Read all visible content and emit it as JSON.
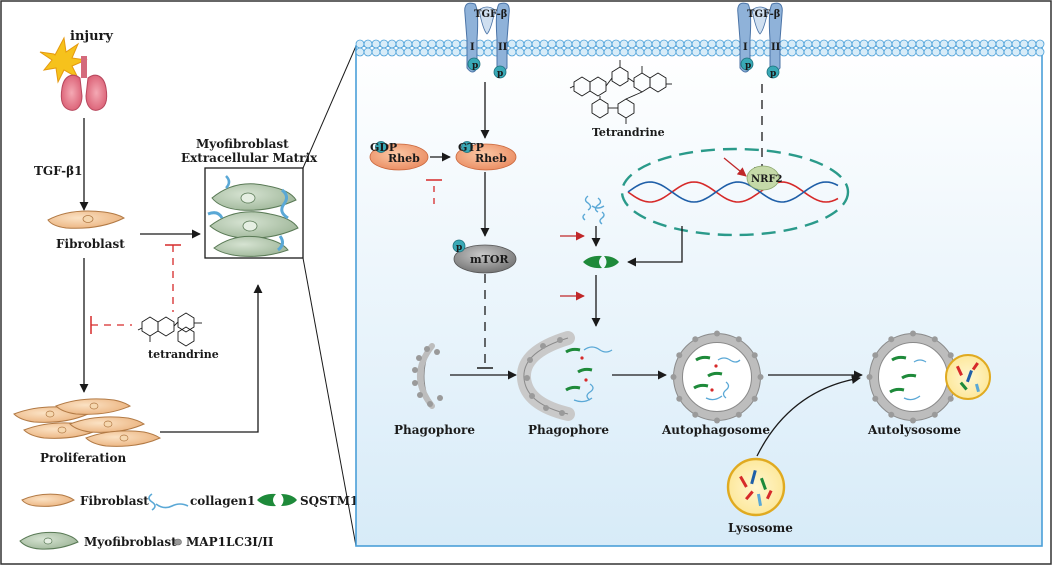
{
  "left": {
    "injury": "injury",
    "tgf_beta1": "TGF-β1",
    "fibroblast": "Fibroblast",
    "proliferation": "Proliferation",
    "tetrandrine": "tetrandrine",
    "myofibroblast_title_1": "Myofibroblast",
    "myofibroblast_title_2": "Extracellular Matrix"
  },
  "legend": {
    "fibroblast": "Fibroblast",
    "collagen": "collagen1",
    "sqstm1": "SQSTM1",
    "myofibroblast": "Myofibroblast",
    "map1lc3": "MAP1LC3I/II"
  },
  "cell": {
    "receptor_left_label": "TGF-β",
    "receptor_right_label": "TGF-β",
    "receptor_i": "I",
    "receptor_ii": "II",
    "phospho": "p",
    "gdp": "GDP",
    "gtp": "GTP",
    "rheb": "Rheb",
    "mtor": "mTOR",
    "nrf2": "NRF2",
    "tetrandrine": "Tetrandrine",
    "phagophore1": "Phagophore",
    "phagophore2": "Phagophore",
    "autophagosome": "Autophagosome",
    "autolysosome": "Autolysosome",
    "lysosome": "Lysosome"
  },
  "colors": {
    "cell_border": "#4a9fd8",
    "cell_fill_top": "#ffffff",
    "cell_fill_bottom": "#d7ebf8",
    "membrane": "#bfe0f4",
    "receptor": "#8fb2d9",
    "rheb": "#f0a47a",
    "mtor": "#8f8f8f",
    "sqstm1": "#1e8a3a",
    "collagen": "#5aa8d6",
    "dna_red": "#d62a2a",
    "dna_blue": "#1f5fa8",
    "nrf2_ring": "#2a9a8a",
    "inhibit_red": "#d62a2a",
    "lysosome": "#f0c040"
  }
}
